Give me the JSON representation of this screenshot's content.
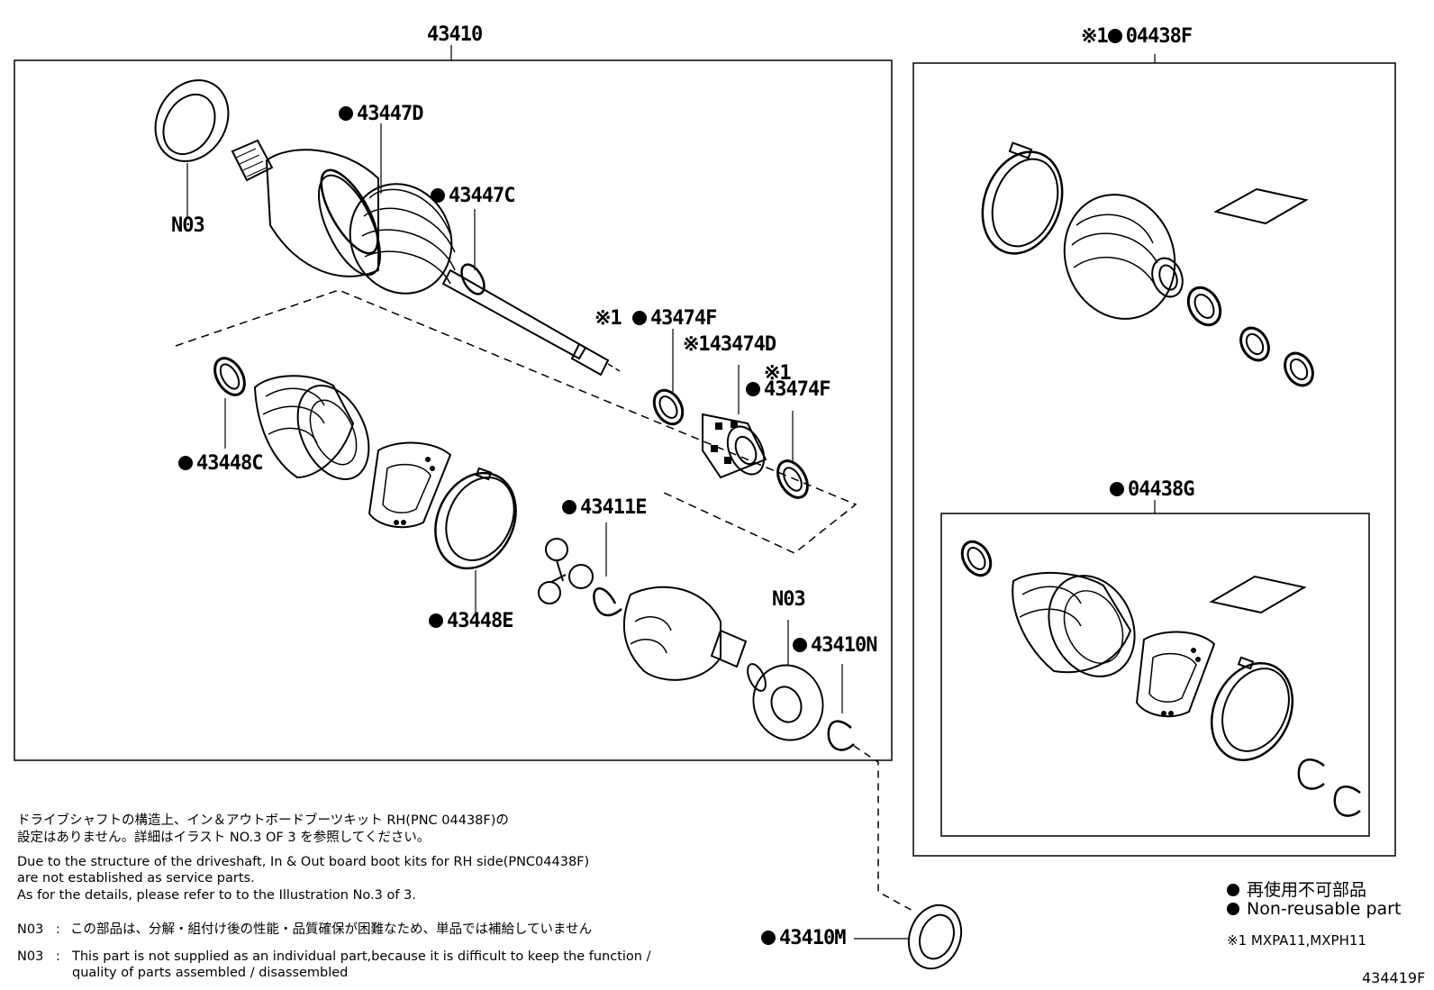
{
  "labels": {
    "assembly": "43410",
    "n03_top": "N03",
    "p43447d": "43447D",
    "p43447c": "43447C",
    "p43474f_a": "43474F",
    "p43474f_a_mark": "※1",
    "p43474d": "43474D",
    "p43474d_mark": "※1",
    "p43474f_b": "43474F",
    "p43474f_b_mark": "※1",
    "p43448c": "43448C",
    "p43411e": "43411E",
    "p43448e": "43448E",
    "n03_mid": "N03",
    "p43410n": "43410N",
    "p43410m": "43410M",
    "kit_rh": "04438F",
    "kit_rh_mark": "※1",
    "kit_g": "04438G"
  },
  "notes": {
    "jp_line1": "ドライブシャフトの構造上、イン＆アウトボードブーツキット RH(PNC 04438F)の",
    "jp_line2": "設定はありません。詳細はイラスト NO.3 OF 3 を参照してください。",
    "en_line1": "Due to the structure of the driveshaft, In & Out board  boot kits for RH side(PNC04438F)",
    "en_line2": "are not established as service parts.",
    "en_line3": "As for the details, please refer to to the Illustration No.3 of 3.",
    "n03_jp_code": "N03",
    "n03_jp_text": "この部品は、分解・組付け後の性能・品質確保が困難なため、単品では補給していません",
    "n03_en_code": "N03",
    "n03_en_text1": "This part is not supplied as an individual part,because it is difficult to keep the function /",
    "n03_en_text2": "quality of parts assembled / disassembled"
  },
  "legend": {
    "jp": "再使用不可部品",
    "en": "Non-reusable part",
    "footnote": "※1 MXPA11,MXPH11"
  },
  "figure_id": "434419F"
}
